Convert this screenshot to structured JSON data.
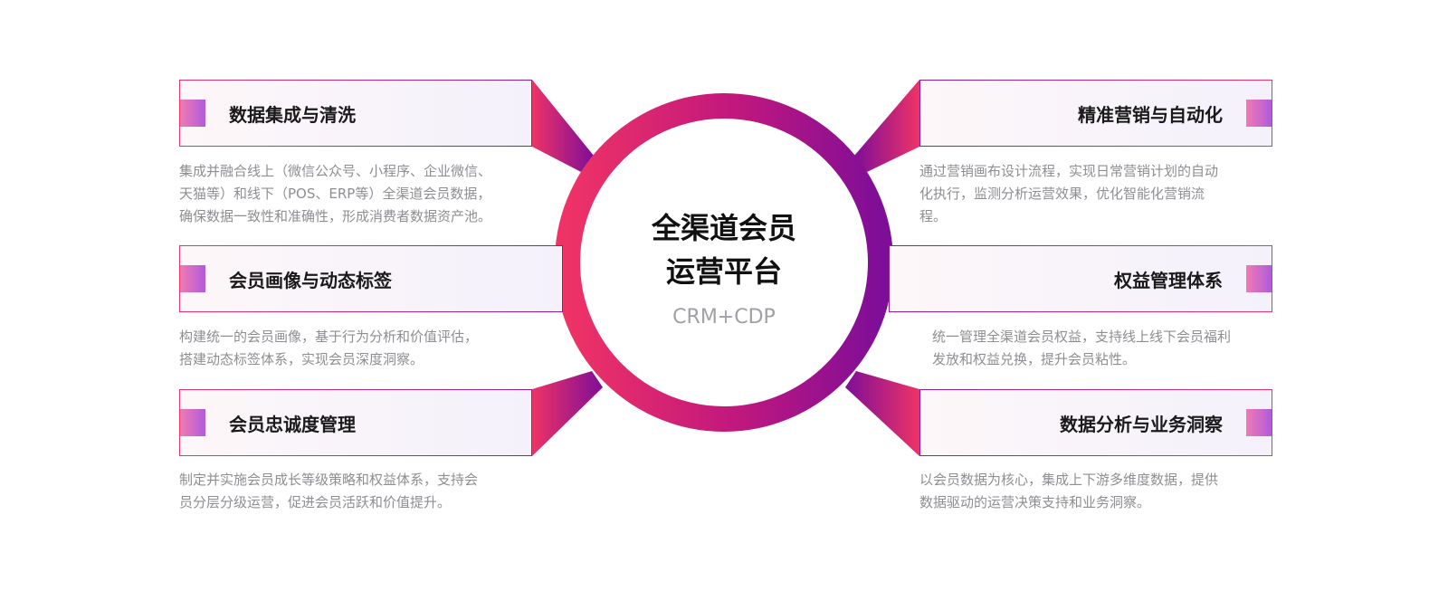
{
  "center": {
    "title_line1": "全渠道会员",
    "title_line2": "运营平台",
    "subtitle": "CRM+CDP"
  },
  "features": {
    "data_integration": {
      "title": "数据集成与清洗",
      "desc_line1": "集成并融合线上（微信公众号、小程序、企业微信、",
      "desc_line2": "天猫等）和线下（POS、ERP等）全渠道会员数据，",
      "desc_line3": "确保数据一致性和准确性，形成消费者数据资产池。"
    },
    "profile_tags": {
      "title": "会员画像与动态标签",
      "desc_line1": "构建统一的会员画像，基于行为分析和价值评估，",
      "desc_line2": "搭建动态标签体系，实现会员深度洞察。"
    },
    "loyalty": {
      "title": "会员忠诚度管理",
      "desc_line1": "制定并实施会员成长等级策略和权益体系，支持会",
      "desc_line2": "员分层分级运营，促进会员活跃和价值提升。"
    },
    "precision_marketing": {
      "title": "精准营销与自动化",
      "desc_line1": "通过营销画布设计流程，实现日常营销计划的自动",
      "desc_line2": "化执行，监测分析运营效果，优化智能化营销流",
      "desc_line3": "程。"
    },
    "benefits": {
      "title": "权益管理体系",
      "desc_line1": "统一管理全渠道会员权益，支持线上线下会员福利",
      "desc_line2": "发放和权益兑换，提升会员粘性。"
    },
    "analytics": {
      "title": "数据分析与业务洞察",
      "desc_line1": "以会员数据为核心，集成上下游多维度数据，提供",
      "desc_line2": "数据驱动的运营决策支持和业务洞察。"
    }
  },
  "colors": {
    "gradient_pink": "#e8356b",
    "gradient_purple": "#8a1fa0",
    "marker_pink": "#f07ab3",
    "marker_purple": "#b05bdc",
    "description_gray": "#8e8e93"
  }
}
